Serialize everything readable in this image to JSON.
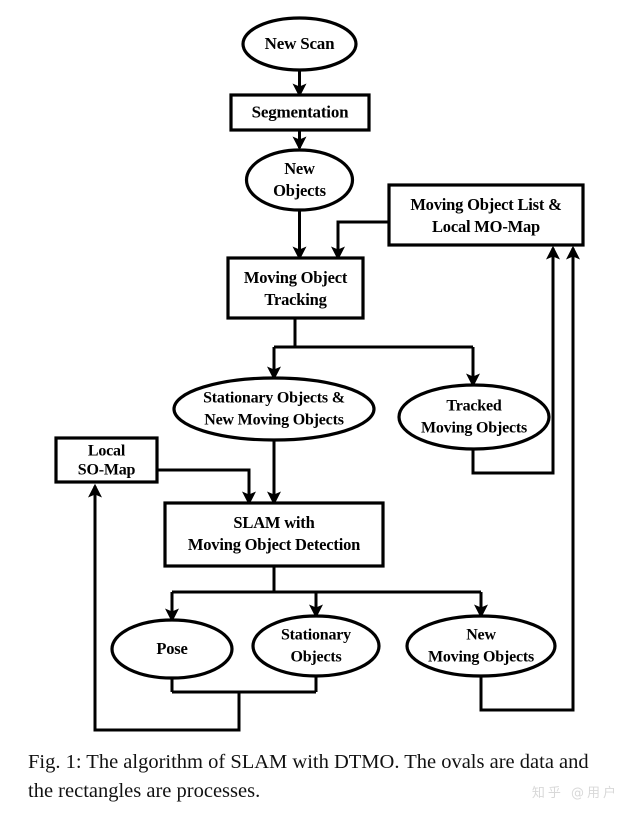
{
  "figure": {
    "top_partial_text": "    ",
    "caption_line1": "Fig. 1: The algorithm of SLAM with DTMO. The ovals",
    "caption_line2": "are data and the rectangles are processes.",
    "watermark": "知乎 @用户",
    "colors": {
      "stroke": "#000000",
      "fill": "#ffffff",
      "text": "#000000",
      "caption": "#111111"
    }
  },
  "chart_data": {
    "type": "diagram",
    "diagram_kind": "flowchart",
    "title": "The algorithm of SLAM with DTMO",
    "legend": {
      "oval": "data",
      "rectangle": "process"
    },
    "nodes": [
      {
        "id": "new-scan",
        "shape": "oval",
        "role": "data",
        "lines": [
          "New Scan"
        ]
      },
      {
        "id": "segmentation",
        "shape": "rect",
        "role": "process",
        "lines": [
          "Segmentation"
        ]
      },
      {
        "id": "new-objects",
        "shape": "oval",
        "role": "data",
        "lines": [
          "New",
          "Objects"
        ]
      },
      {
        "id": "mo-list",
        "shape": "rect",
        "role": "data",
        "lines": [
          "Moving Object List  &",
          "Local MO-Map"
        ]
      },
      {
        "id": "mo-tracking",
        "shape": "rect",
        "role": "process",
        "lines": [
          "Moving Object",
          "Tracking"
        ]
      },
      {
        "id": "stat-new-moving",
        "shape": "oval",
        "role": "data",
        "lines": [
          "Stationary Objects &",
          "New Moving Objects"
        ]
      },
      {
        "id": "tracked-moving",
        "shape": "oval",
        "role": "data",
        "lines": [
          "Tracked",
          "Moving Objects"
        ]
      },
      {
        "id": "local-so-map",
        "shape": "rect",
        "role": "data",
        "lines": [
          "Local",
          "SO-Map"
        ]
      },
      {
        "id": "slam-mod",
        "shape": "rect",
        "role": "process",
        "lines": [
          "SLAM with",
          "Moving Object Detection"
        ]
      },
      {
        "id": "pose",
        "shape": "oval",
        "role": "data",
        "lines": [
          "Pose"
        ]
      },
      {
        "id": "stationary-objects",
        "shape": "oval",
        "role": "data",
        "lines": [
          "Stationary",
          "Objects"
        ]
      },
      {
        "id": "new-moving-objects",
        "shape": "oval",
        "role": "data",
        "lines": [
          "New",
          "Moving Objects"
        ]
      }
    ],
    "edges": [
      {
        "from": "new-scan",
        "to": "segmentation"
      },
      {
        "from": "segmentation",
        "to": "new-objects"
      },
      {
        "from": "new-objects",
        "to": "mo-tracking"
      },
      {
        "from": "mo-list",
        "to": "mo-tracking"
      },
      {
        "from": "mo-tracking",
        "to": "stat-new-moving"
      },
      {
        "from": "mo-tracking",
        "to": "tracked-moving"
      },
      {
        "from": "stat-new-moving",
        "to": "slam-mod"
      },
      {
        "from": "local-so-map",
        "to": "slam-mod"
      },
      {
        "from": "tracked-moving",
        "to": "mo-list"
      },
      {
        "from": "slam-mod",
        "to": "pose"
      },
      {
        "from": "slam-mod",
        "to": "stationary-objects"
      },
      {
        "from": "slam-mod",
        "to": "new-moving-objects"
      },
      {
        "from": "pose",
        "to": "local-so-map"
      },
      {
        "from": "stationary-objects",
        "to": "local-so-map"
      },
      {
        "from": "new-moving-objects",
        "to": "mo-list"
      }
    ]
  }
}
